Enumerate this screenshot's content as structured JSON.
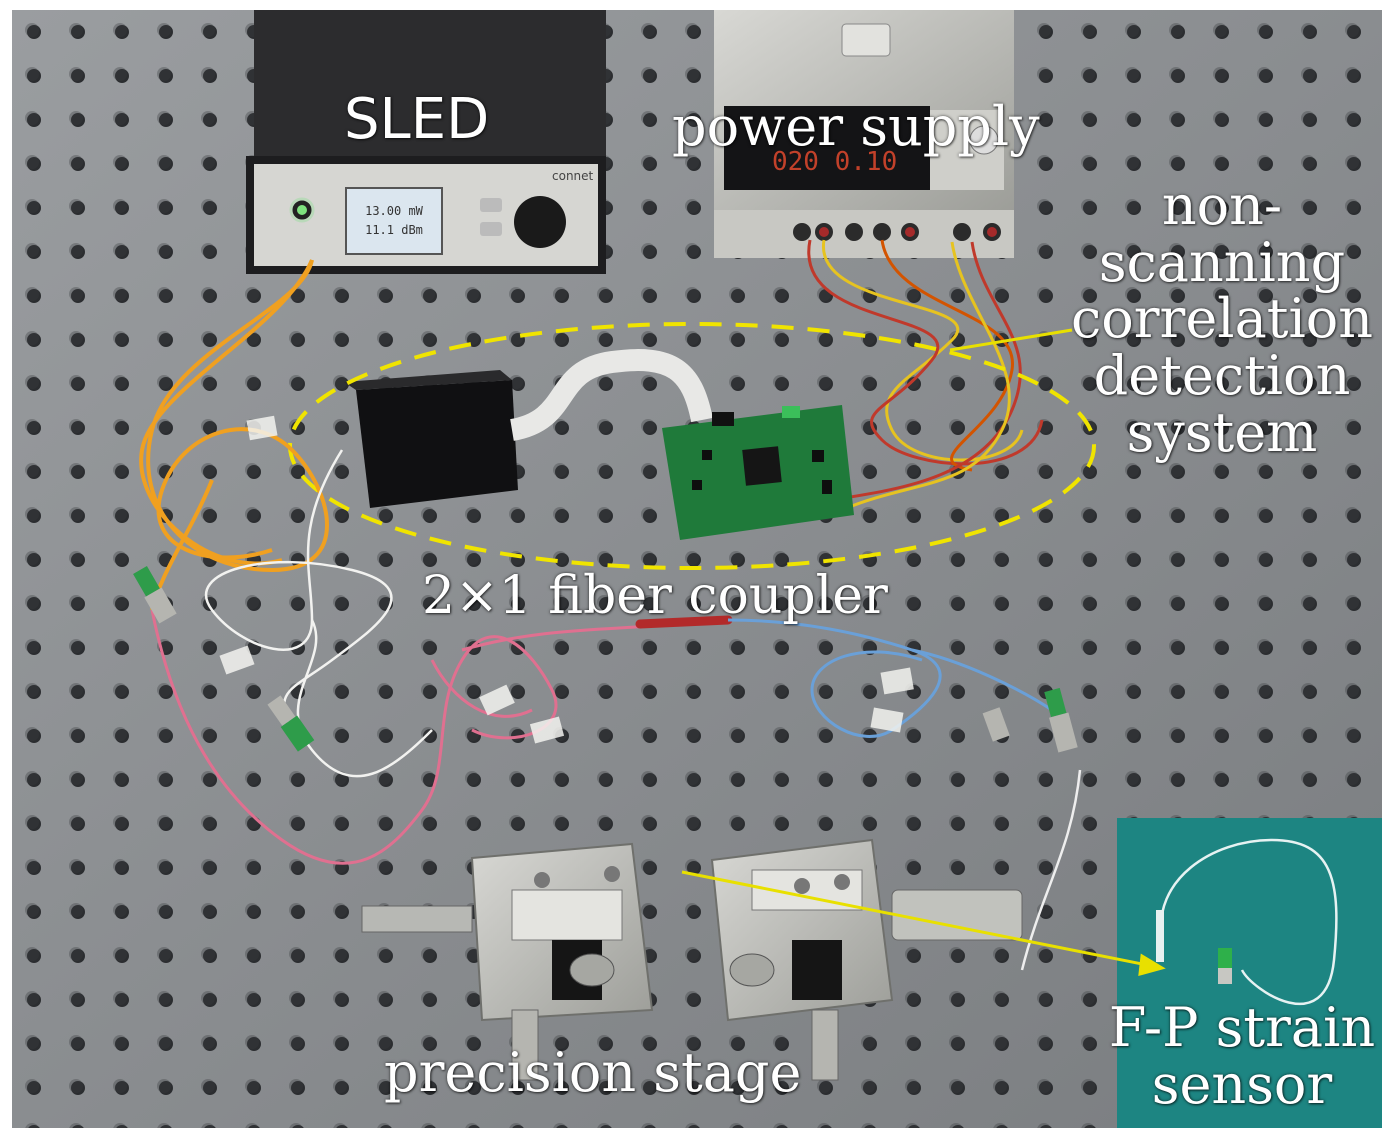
{
  "labels": {
    "sled": "SLED",
    "power_supply": "power supply",
    "ncd_lines": [
      "non-",
      "scanning",
      "correlation",
      "detection",
      "system"
    ],
    "coupler": "2×1 fiber coupler",
    "precision_stage": "precision stage",
    "fp_lines": [
      "F-P strain",
      "sensor"
    ]
  },
  "instrument_text": {
    "sled_panel_title": "Fully Distributed Laser Source",
    "sled_brand": "connet",
    "sled_readout_1": "13.00 mW",
    "sled_readout_2": "11.1 dBm",
    "power_display": "020 0.10"
  },
  "colors": {
    "table": "#8a8d90",
    "hole": "#2b2d30",
    "ellipse": "#f0e400",
    "arrow": "#e8e000",
    "fiber_orange": "#f0a020",
    "fiber_pink": "#e07090",
    "fiber_blue": "#6aa0d8",
    "sensor_panel": "#1d8582"
  }
}
